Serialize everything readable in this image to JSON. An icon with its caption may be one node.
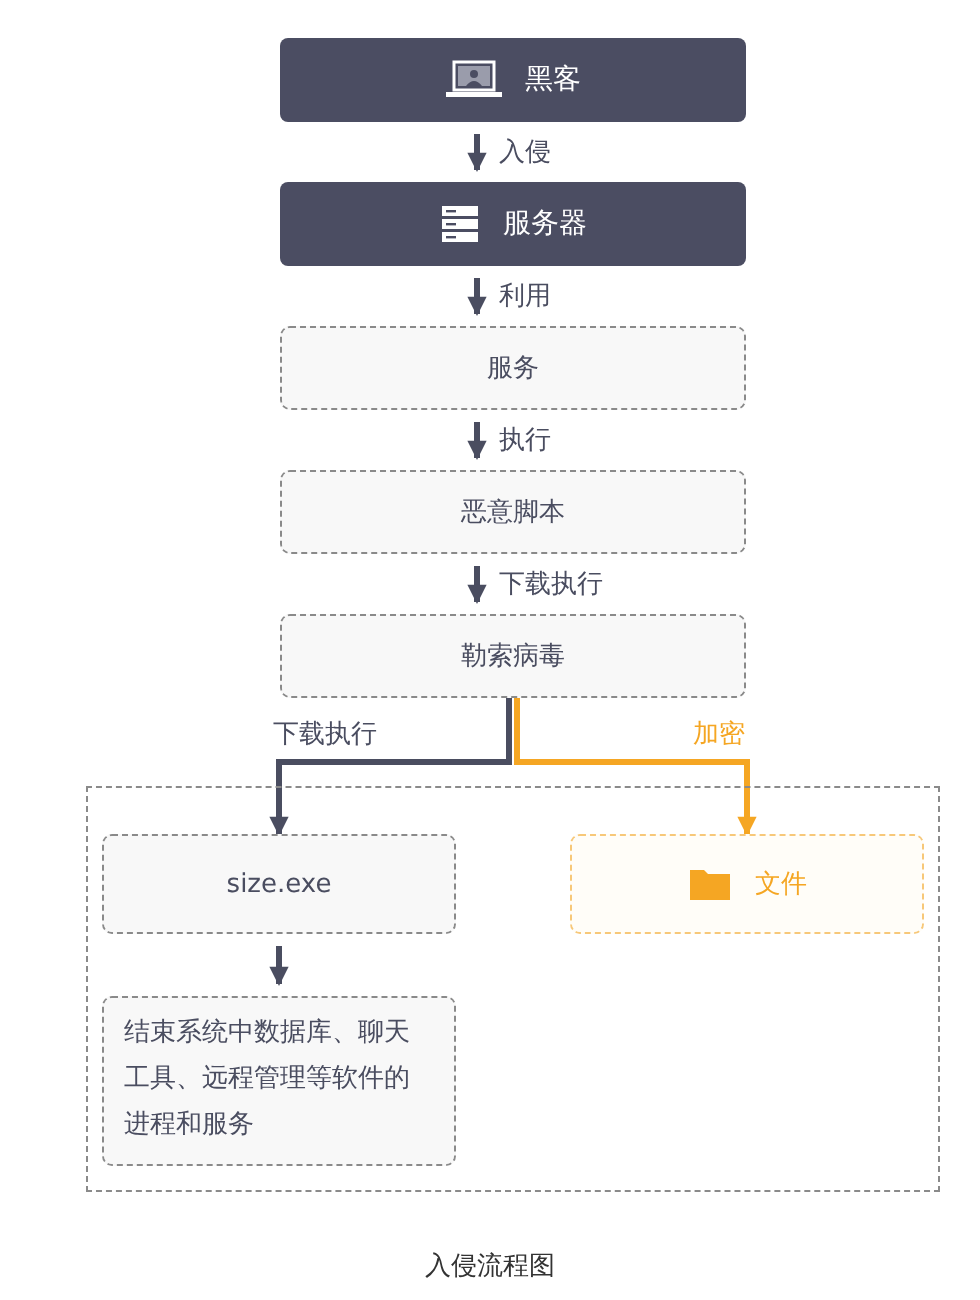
{
  "diagram": {
    "caption": "入侵流程图",
    "nodes": [
      {
        "text": [
          "黑客"
        ]
      },
      {
        "text": [
          "服务器"
        ]
      },
      {
        "text": [
          "服务"
        ]
      },
      {
        "text": [
          "恶意脚本"
        ]
      },
      {
        "text": [
          "勒索病毒"
        ]
      },
      {
        "text": [],
        "shape": "box"
      },
      {
        "text": [
          "size.exe"
        ],
        "in": 5
      },
      {
        "text": [
          "结束系统中数据库、聊天工具、远程管理等软件的进程和服务"
        ],
        "in": 5
      },
      {
        "text": [
          "文件"
        ],
        "in": 5
      }
    ],
    "edges": [
      {
        "from": 0,
        "to": 1,
        "arrow": "to",
        "label": "入侵"
      },
      {
        "from": 1,
        "to": 2,
        "arrow": "to",
        "label": "利用"
      },
      {
        "from": 2,
        "to": 3,
        "arrow": "to",
        "label": "执行"
      },
      {
        "from": 3,
        "to": 4,
        "arrow": "to",
        "label": "下载执行"
      },
      {
        "from": 4,
        "to": 6,
        "arrow": "to",
        "label": "下载执行"
      },
      {
        "from": 4,
        "to": 8,
        "arrow": "to",
        "label": "加密",
        "color": "#f5a623"
      },
      {
        "from": 6,
        "to": 7,
        "arrow": "to"
      }
    ]
  }
}
